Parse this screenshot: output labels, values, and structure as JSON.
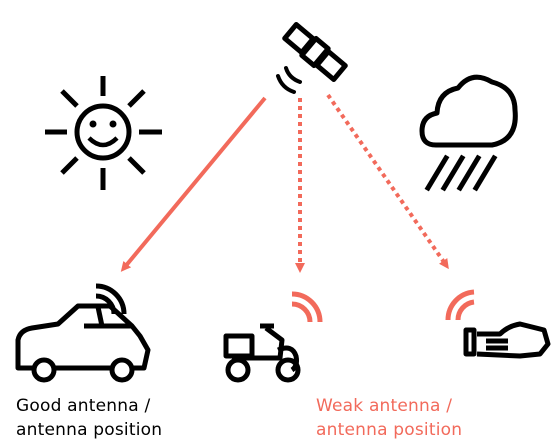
{
  "colors": {
    "ink": "#000000",
    "accent": "#f26a5b",
    "background": "#ffffff"
  },
  "icons": [
    "satellite-icon",
    "sun-smiley-icon",
    "rain-cloud-icon",
    "car-icon",
    "scooter-icon",
    "wrist-device-icon",
    "signal-waves-icon"
  ],
  "captions": {
    "good": {
      "line1": "Good antenna /",
      "line2": "antenna position"
    },
    "weak": {
      "line1": "Weak antenna /",
      "line2": "antenna position"
    }
  },
  "links": [
    {
      "from": "satellite",
      "to": "car",
      "style": "solid"
    },
    {
      "from": "satellite",
      "to": "scooter",
      "style": "dotted"
    },
    {
      "from": "satellite",
      "to": "wrist-device",
      "style": "dotted"
    }
  ]
}
